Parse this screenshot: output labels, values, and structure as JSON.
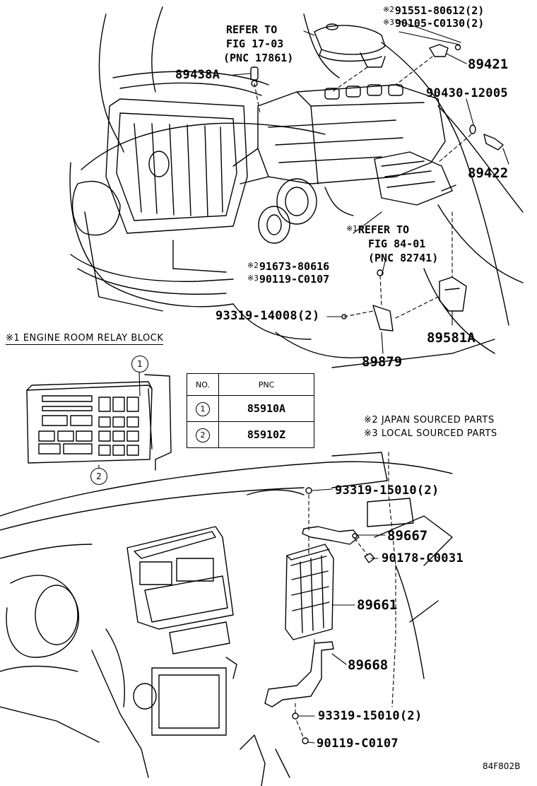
{
  "labels": {
    "refer_fig17": [
      "REFER TO",
      "FIG 17-03",
      "(PNC 17861)"
    ],
    "refer_fig84": [
      "REFER TO",
      "FIG 84-01",
      "(PNC 82741)"
    ],
    "p91551": "91551-80612(2)",
    "p90105": "90105-C0130(2)",
    "p89421": "89421",
    "p89438A": "89438A",
    "p90430": "90430-12005",
    "p89422": "89422",
    "p91673": "91673-80616",
    "p90119a": "90119-C0107",
    "p93319a": "93319-14008(2)",
    "p89581A": "89581A",
    "p89879": "89879",
    "p93319b": "93319-15010(2)",
    "p89667": "89667",
    "p90178": "90178-C0031",
    "p89661": "89661",
    "p89668": "89668",
    "p93319c": "93319-15010(2)",
    "p90119b": "90119-C0107",
    "note_relay": "ENGINE ROOM RELAY BLOCK",
    "note_japan": "JAPAN SOURCED PARTS",
    "note_local": "LOCAL SOURCED PARTS",
    "mark1": "※1",
    "mark2": "※2",
    "mark3": "※3",
    "fig_code": "84F802B"
  },
  "table": {
    "header": [
      "NO.",
      "PNC"
    ],
    "rows": [
      {
        "no": "1",
        "pnc": "85910A"
      },
      {
        "no": "2",
        "pnc": "85910Z"
      }
    ]
  },
  "callouts": [
    "1",
    "2"
  ]
}
